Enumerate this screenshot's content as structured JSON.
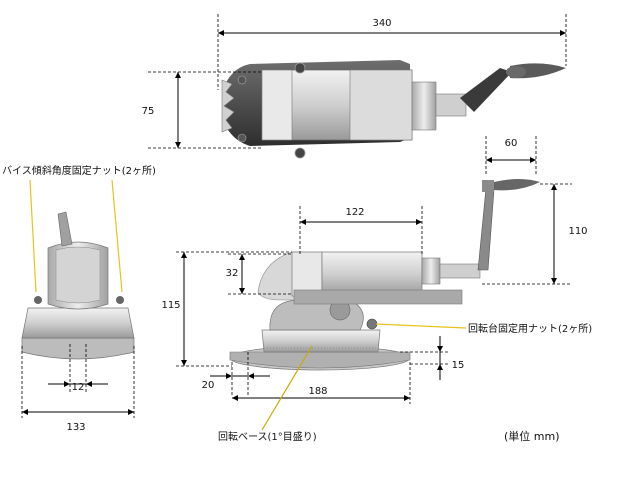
{
  "dimensions": {
    "d340": "340",
    "d75": "75",
    "d60": "60",
    "d110": "110",
    "d122": "122",
    "d32": "32",
    "d115": "115",
    "d12": "12",
    "d133": "133",
    "d20": "20",
    "d188": "188",
    "d15": "15"
  },
  "labels": {
    "tilt_nut": "バイス傾斜角度固定ナット(2ヶ所)",
    "swivel_nut": "回転台固定用ナット(2ヶ所)",
    "swivel_base": "回転ベース(1°目盛り)",
    "unit": "(単位 mm)"
  },
  "colors": {
    "leader": "#e8c21a",
    "metal_light": "#e6e6e6",
    "metal_mid": "#bdbdbd",
    "metal_dark": "#5c5c5c"
  }
}
